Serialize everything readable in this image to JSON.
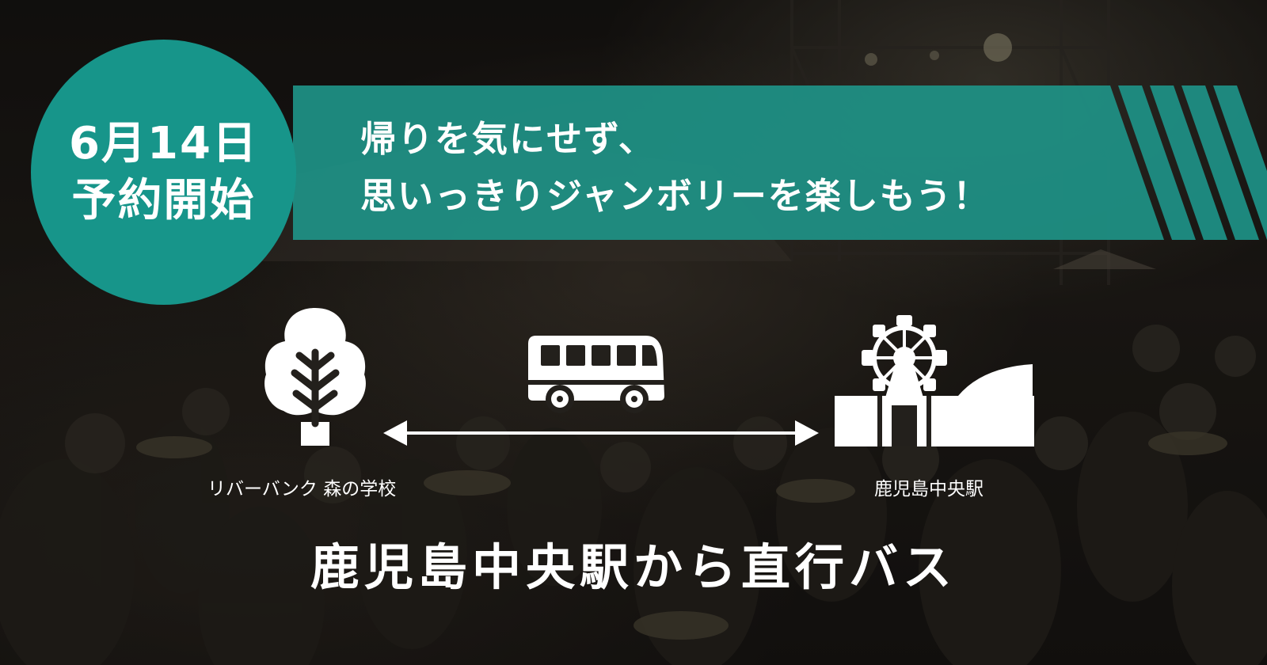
{
  "badge": {
    "line1": "6月14日",
    "line2": "予約開始"
  },
  "headline": {
    "line1": "帰りを気にせず、",
    "line2": "思いっきりジャンボリーを楽しもう！"
  },
  "route": {
    "origin_label": "リバーバンク 森の学校",
    "destination_label": "鹿児島中央駅",
    "origin_icon": "tree-icon",
    "vehicle_icon": "bus-icon",
    "destination_icon": "ferris-wheel-station-icon",
    "connector_icon": "double-arrow-icon"
  },
  "title": "鹿児島中央駅から直行バス",
  "colors": {
    "accent": "#17958a",
    "banner": "#1e9287",
    "text": "#ffffff"
  }
}
